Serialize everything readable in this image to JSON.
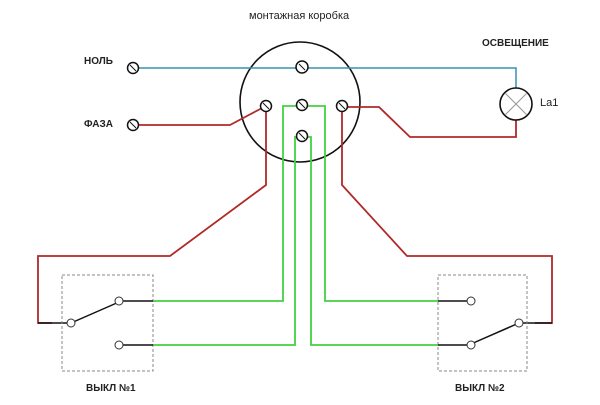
{
  "title": "монтажная коробка",
  "labels": {
    "neutral": "НОЛЬ",
    "phase": "ФАЗА",
    "lighting": "ОСВЕЩЕНИЕ",
    "lamp": "La1",
    "switch1": "ВЫКЛ №1",
    "switch2": "ВЫКЛ №2"
  },
  "colors": {
    "neutral_wire": "#3a8fb0",
    "phase_wire": "#b02a2a",
    "switch_wire": "#44d044",
    "outline": "#111111"
  }
}
